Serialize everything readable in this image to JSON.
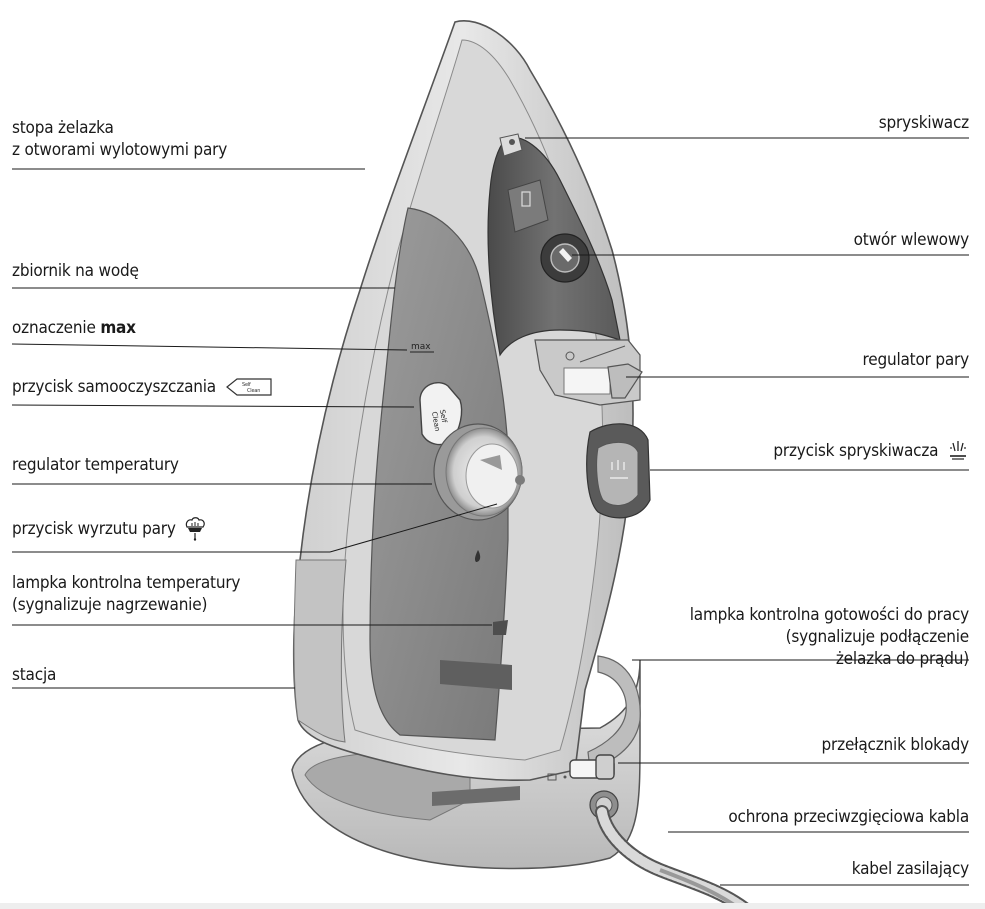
{
  "labels_left": {
    "foot": [
      "stopa żelazka",
      "z otworami wylotowymi pary"
    ],
    "tank": "zbiornik na wodę",
    "max_prefix": "oznaczenie ",
    "max_bold": "max",
    "selfclean": "przycisk samooczyszczania",
    "temp_regulator": "regulator temperatury",
    "burst": "przycisk wyrzutu pary",
    "temp_lamp": [
      "lampka kontrolna temperatury",
      "(sygnalizuje nagrzewanie)"
    ],
    "station": "stacja"
  },
  "labels_right": {
    "sprayer": "spryskiwacz",
    "filler": "otwór wlewowy",
    "steam_regulator": "regulator pary",
    "spray_button": "przycisk spryskiwacza",
    "ready_lamp": [
      "lampka kontrolna gotowości do pracy",
      "(sygnalizuje podłączenie",
      "żelazka do prądu)"
    ],
    "lock": "przełącznik blokady",
    "strain_relief": "ochrona przeciwzgięciowa kabla",
    "cable": "kabel zasilający"
  },
  "icons": {
    "selfclean_icon_text": [
      "Self",
      "Clean"
    ],
    "button_text": [
      "Self",
      "Clean"
    ],
    "max_mark": "max"
  },
  "colors": {
    "body": "#dcdcdc",
    "dark": "#5e5e5e",
    "darker": "#3c3c3c",
    "mid": "#9a9a9a",
    "light": "#efefef",
    "line": "#1a1a1a"
  }
}
